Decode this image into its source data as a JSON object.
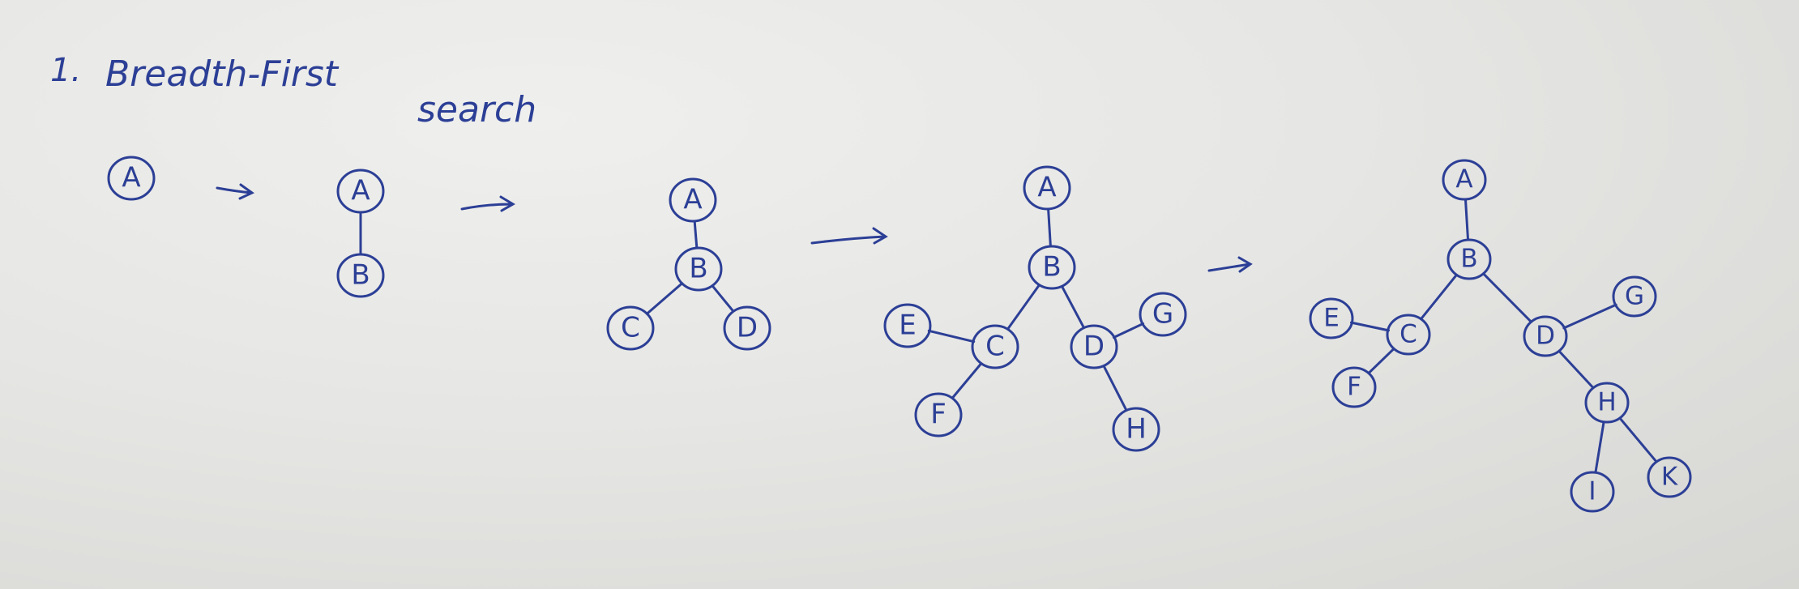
{
  "heading": {
    "number": "1.",
    "title": "Breadth-First",
    "subtitle": "search"
  },
  "ink_color": "#2c3f96",
  "stages": [
    {
      "nodes": [
        {
          "id": "A",
          "label": "A"
        }
      ],
      "edges": []
    },
    {
      "nodes": [
        {
          "id": "A",
          "label": "A"
        },
        {
          "id": "B",
          "label": "B"
        }
      ],
      "edges": [
        [
          "A",
          "B"
        ]
      ]
    },
    {
      "nodes": [
        {
          "id": "A",
          "label": "A"
        },
        {
          "id": "B",
          "label": "B"
        },
        {
          "id": "C",
          "label": "C"
        },
        {
          "id": "D",
          "label": "D"
        }
      ],
      "edges": [
        [
          "A",
          "B"
        ],
        [
          "B",
          "C"
        ],
        [
          "B",
          "D"
        ]
      ]
    },
    {
      "nodes": [
        {
          "id": "A",
          "label": "A"
        },
        {
          "id": "B",
          "label": "B"
        },
        {
          "id": "C",
          "label": "C"
        },
        {
          "id": "D",
          "label": "D"
        },
        {
          "id": "E",
          "label": "E"
        },
        {
          "id": "F",
          "label": "F"
        },
        {
          "id": "G",
          "label": "G"
        },
        {
          "id": "H",
          "label": "H"
        }
      ],
      "edges": [
        [
          "A",
          "B"
        ],
        [
          "B",
          "C"
        ],
        [
          "B",
          "D"
        ],
        [
          "C",
          "E"
        ],
        [
          "C",
          "F"
        ],
        [
          "D",
          "G"
        ],
        [
          "D",
          "H"
        ]
      ]
    },
    {
      "nodes": [
        {
          "id": "A",
          "label": "A"
        },
        {
          "id": "B",
          "label": "B"
        },
        {
          "id": "C",
          "label": "C"
        },
        {
          "id": "D",
          "label": "D"
        },
        {
          "id": "E",
          "label": "E"
        },
        {
          "id": "F",
          "label": "F"
        },
        {
          "id": "G",
          "label": "G"
        },
        {
          "id": "H",
          "label": "H"
        },
        {
          "id": "I",
          "label": "I"
        },
        {
          "id": "K",
          "label": "K"
        }
      ],
      "edges": [
        [
          "A",
          "B"
        ],
        [
          "B",
          "C"
        ],
        [
          "B",
          "D"
        ],
        [
          "C",
          "E"
        ],
        [
          "C",
          "F"
        ],
        [
          "D",
          "G"
        ],
        [
          "D",
          "H"
        ],
        [
          "H",
          "I"
        ],
        [
          "H",
          "K"
        ]
      ]
    }
  ]
}
